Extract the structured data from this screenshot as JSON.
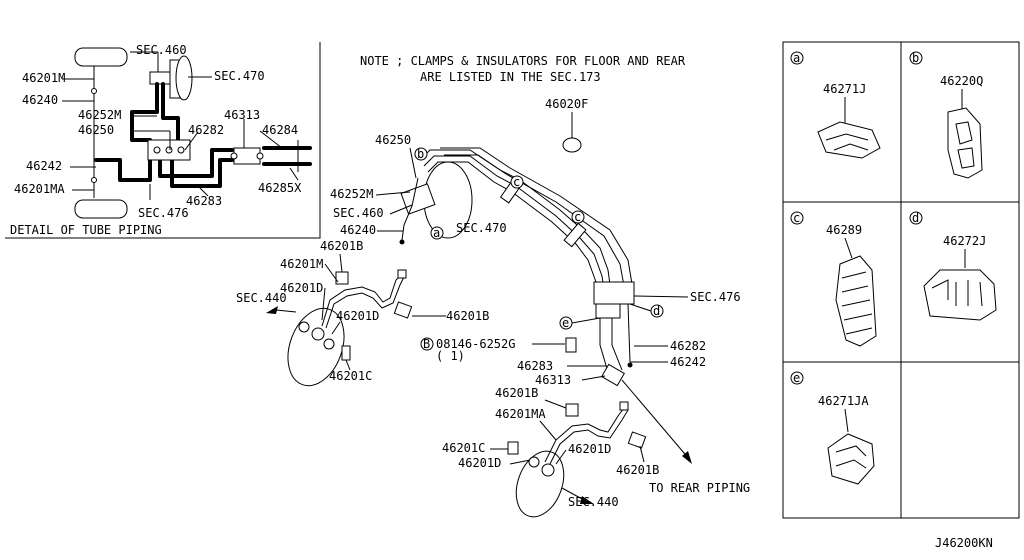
{
  "note": {
    "line1": "NOTE ; CLAMPS & INSULATORS FOR FLOOR AND REAR",
    "line2": "ARE LISTED IN THE SEC.173"
  },
  "detail": {
    "caption": "DETAIL OF TUBE PIPING",
    "labels": {
      "sec460": "SEC.460",
      "p46201M": "46201M",
      "sec470": "SEC.470",
      "p46240": "46240",
      "p46252M": "46252M",
      "p46250": "46250",
      "p46313": "46313",
      "p46282": "46282",
      "p46284": "46284",
      "p46242": "46242",
      "p46285X": "46285X",
      "p46201MA": "46201MA",
      "p46283": "46283",
      "sec476": "SEC.476"
    }
  },
  "main": {
    "labels": {
      "p46020F": "46020F",
      "p46250": "46250",
      "p46252M": "46252M",
      "sec460": "SEC.460",
      "sec470": "SEC.470",
      "p46240": "46240",
      "p46201B_1": "46201B",
      "p46201M": "46201M",
      "p46201D_1": "46201D",
      "sec440_1": "SEC.440",
      "p46201D_2": "46201D",
      "p46201B_2": "46201B",
      "p46201C_1": "46201C",
      "sec476": "SEC.476",
      "bolt": "08146-6252G",
      "bolt_qty": "( 1)",
      "p46282": "46282",
      "p46283": "46283",
      "p46242": "46242",
      "p46313": "46313",
      "p46201B_3": "46201B",
      "p46201MA": "46201MA",
      "p46201C_2": "46201C",
      "p46201D_3": "46201D",
      "p46201D_4": "46201D",
      "p46201B_4": "46201B",
      "sec440_2": "SEC.440",
      "to_rear": "TO REAR PIPING"
    },
    "callouts": {
      "a": "a",
      "b": "b",
      "c": "c",
      "d": "d",
      "e": "e",
      "B": "B"
    }
  },
  "table": {
    "cells": [
      {
        "letter": "a",
        "part": "46271J"
      },
      {
        "letter": "b",
        "part": "46220Q"
      },
      {
        "letter": "c",
        "part": "46289"
      },
      {
        "letter": "d",
        "part": "46272J"
      },
      {
        "letter": "e",
        "part": "46271JA"
      }
    ]
  },
  "diagram_code": "J46200KN"
}
